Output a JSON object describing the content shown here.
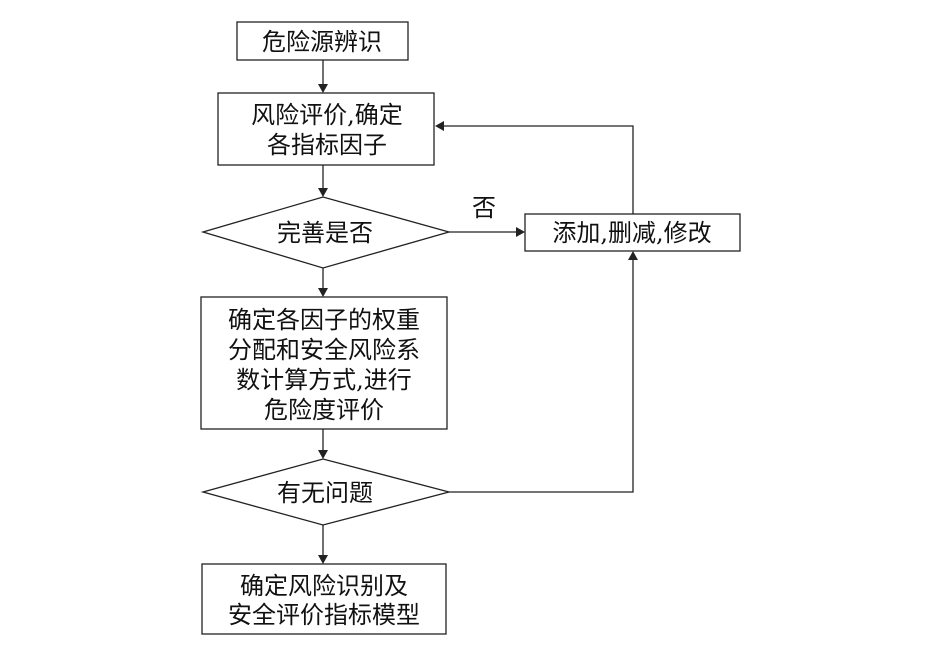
{
  "diagram": {
    "nodes": {
      "hazard_identification": {
        "lines": [
          "危险源辨识"
        ]
      },
      "risk_evaluation": {
        "lines": [
          "风险评价,确定",
          "各指标因子"
        ]
      },
      "decision_complete": {
        "lines": [
          "完善是否"
        ]
      },
      "add_delete_modify": {
        "lines": [
          "添加,删减,修改"
        ]
      },
      "weight_distribution": {
        "lines": [
          "确定各因子的权重",
          "分配和安全风险系",
          "数计算方式,进行",
          "危险度评价"
        ]
      },
      "decision_problem": {
        "lines": [
          "有无问题"
        ]
      },
      "final_model": {
        "lines": [
          "确定风险识别及",
          "安全评价指标模型"
        ]
      }
    },
    "edge_labels": {
      "no": "否"
    }
  }
}
